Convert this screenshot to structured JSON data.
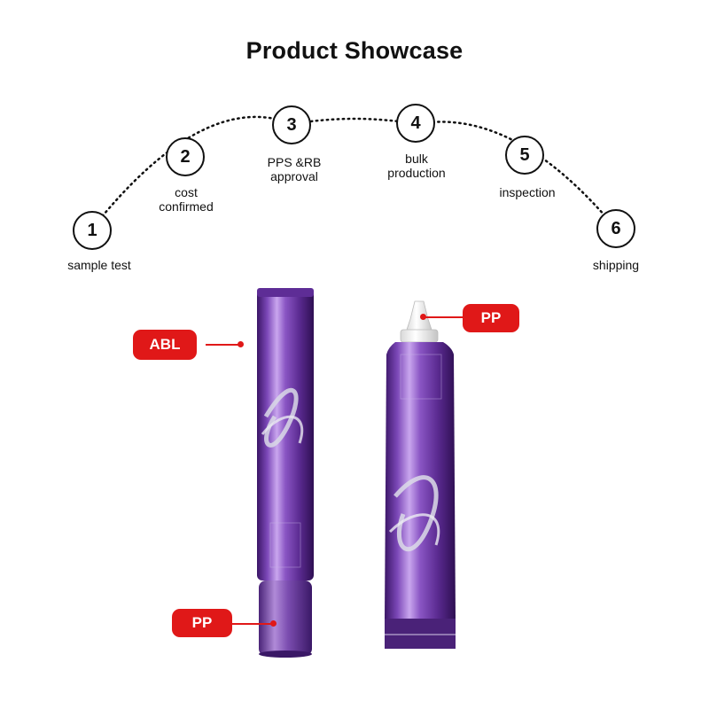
{
  "title": "Product Showcase",
  "steps": [
    {
      "number": "1",
      "label": "sample test"
    },
    {
      "number": "2",
      "label": "cost\nconfirmed"
    },
    {
      "number": "3",
      "label": "PPS &RB\napproval"
    },
    {
      "number": "4",
      "label": "bulk\nproduction"
    },
    {
      "number": "5",
      "label": "inspection"
    },
    {
      "number": "6",
      "label": "shipping"
    }
  ],
  "callouts": {
    "abl": "ABL",
    "pp_cap_left": "PP",
    "pp_nozzle_right": "PP"
  },
  "colors": {
    "badge": "#e01818",
    "tube_purple": "#7a3fb0",
    "tube_dark": "#3d1a66"
  },
  "products": {
    "left_tube": "purple laminated tube with screw cap",
    "right_tube": "purple aluminum tube with white nozzle"
  }
}
